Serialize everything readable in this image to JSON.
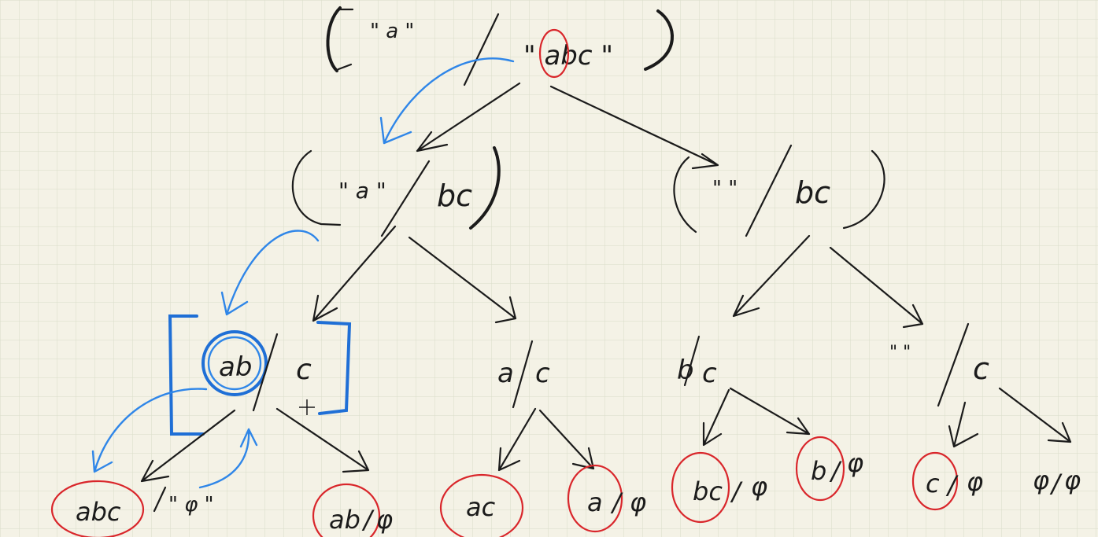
{
  "root": {
    "left": "\" a \"",
    "sep": "/",
    "right": "\" abc \"",
    "highlight": "a"
  },
  "level1": [
    {
      "left": "\" a \"",
      "sep": "/",
      "right": "bc"
    },
    {
      "left": "\" \"",
      "sep": "/",
      "right": "bc"
    }
  ],
  "level2": [
    {
      "left": "ab",
      "sep": "/",
      "right": "c"
    },
    {
      "left": "a",
      "sep": "/",
      "right": "c"
    },
    {
      "left": "b",
      "sep": "/",
      "right": "c"
    },
    {
      "left": "\" \"",
      "sep": "/",
      "right": "c"
    }
  ],
  "leaves": [
    {
      "left": "abc",
      "sep": "",
      "right": ""
    },
    {
      "left": "\" φ \"",
      "sep": "",
      "right": ""
    },
    {
      "left": "ab",
      "sep": "/",
      "right": "φ"
    },
    {
      "left": "ac",
      "sep": "",
      "right": ""
    },
    {
      "left": "a",
      "sep": "/",
      "right": "φ"
    },
    {
      "left": "bc",
      "sep": "/",
      "right": "φ"
    },
    {
      "left": "b",
      "sep": "/",
      "right": "φ"
    },
    {
      "left": "c",
      "sep": "/",
      "right": "φ"
    },
    {
      "left": "φ",
      "sep": "/",
      "right": "φ"
    }
  ],
  "colors": {
    "ink": "#1b1b1b",
    "blue": "#2f86e8",
    "red": "#d9262b",
    "paper": "#f4f2e6",
    "grid": "#d9dcc8"
  }
}
